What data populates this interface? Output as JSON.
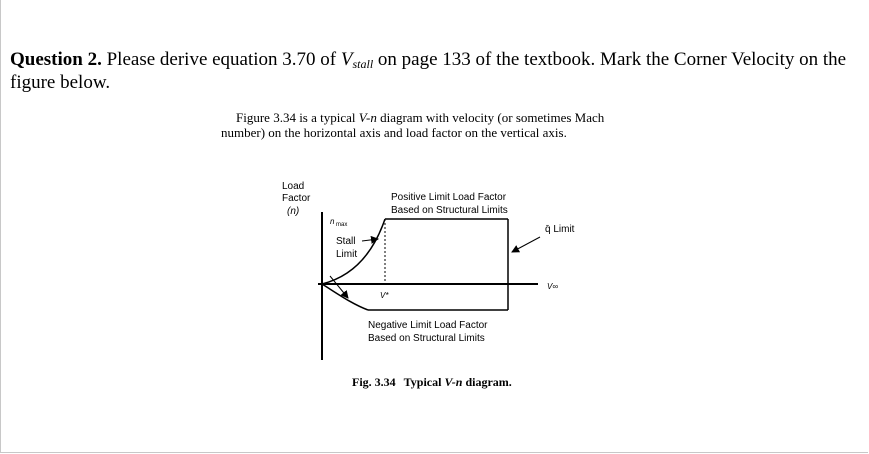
{
  "question": {
    "label": "Question 2.",
    "text_before": " Please derive equation 3.70 of ",
    "variable": "V",
    "variable_sub": "stall",
    "text_after": " on page 133 of the textbook. Mark the Corner Velocity on the figure below."
  },
  "figure_intro": {
    "line1_prefix": "Figure 3.34 is a typical ",
    "line1_italic": "V-n",
    "line1_suffix": " diagram with velocity (or sometimes Mach",
    "line2": "number) on the horizontal axis and load factor on the vertical axis."
  },
  "diagram": {
    "y_axis_label_1": "Load",
    "y_axis_label_2": "Factor",
    "y_axis_label_3": "(n)",
    "n_max_label": "n",
    "n_max_sub": "max",
    "positive_limit_1": "Positive Limit Load Factor",
    "positive_limit_2": "Based on Structural Limits",
    "stall_limit_1": "Stall",
    "stall_limit_2": "Limit",
    "q_limit": "q̄ Limit",
    "v_star": "V*",
    "v_max": "V∞",
    "negative_limit_1": "Negative Limit Load Factor",
    "negative_limit_2": "Based on Structural Limits"
  },
  "figure_caption": {
    "number": "Fig. 3.34",
    "prefix": "Typical ",
    "italic": "V-n",
    "suffix": " diagram."
  }
}
